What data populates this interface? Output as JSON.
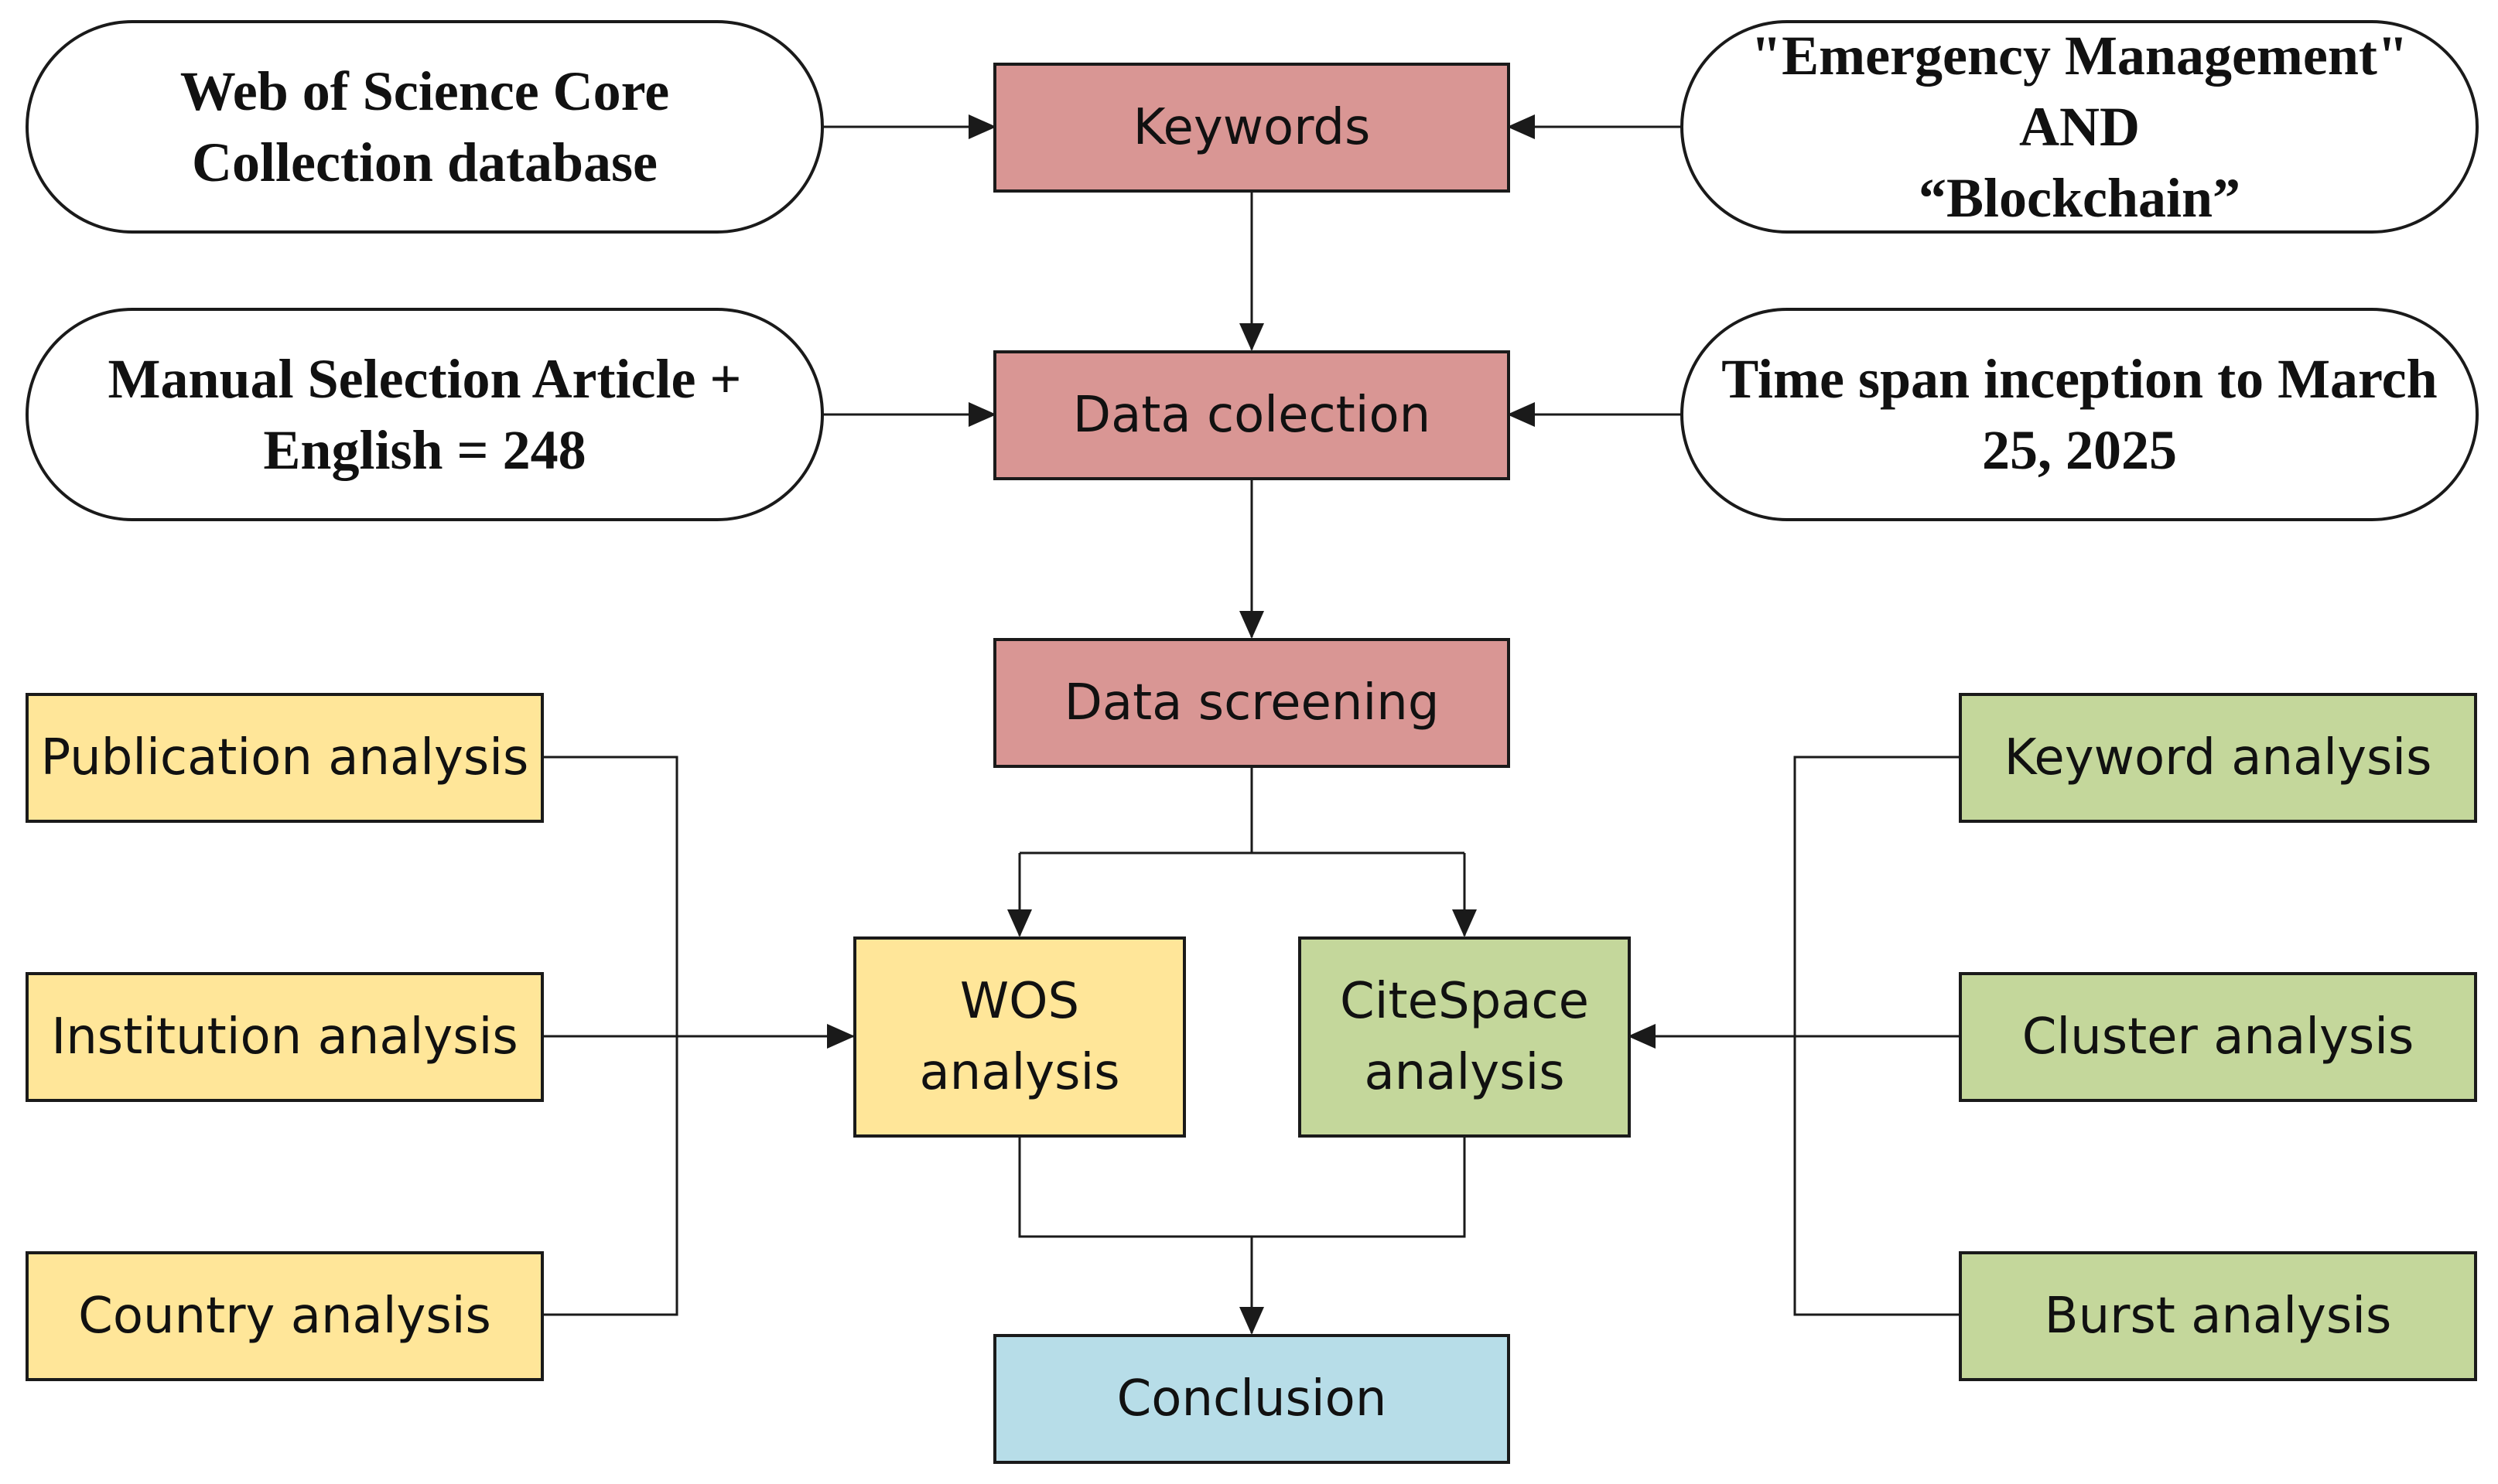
{
  "colors": {
    "process": "#D99694",
    "wos": "#FFE699",
    "citespace": "#C4D79B",
    "conclusion": "#B7DDE8",
    "line": "#1a1a1a"
  },
  "inputs": {
    "source": "Web of Science Core\nCollection database",
    "query": "\"Emergency Management\"\nAND\n“Blockchain”",
    "selection": "Manual Selection Article +\nEnglish = 248",
    "timespan": "Time span inception to March\n25, 2025"
  },
  "process": {
    "keywords": "Keywords",
    "data_collection": "Data colection",
    "data_screening": "Data screening",
    "conclusion": "Conclusion"
  },
  "wos": {
    "hub": "WOS\nanalysis",
    "items": [
      "Publication analysis",
      "Institution analysis",
      "Country analysis"
    ]
  },
  "citespace": {
    "hub": "CiteSpace\nanalysis",
    "items": [
      "Keyword analysis",
      "Cluster analysis",
      "Burst analysis"
    ]
  }
}
